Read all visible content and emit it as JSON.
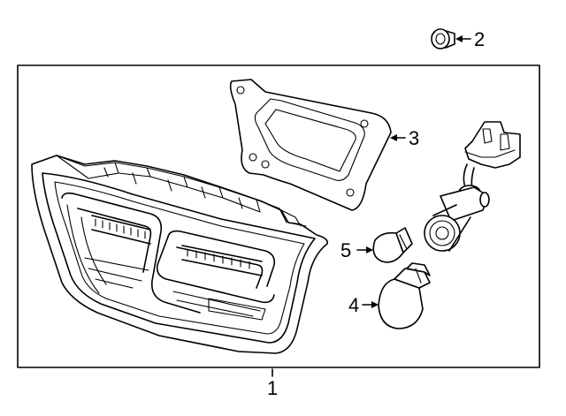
{
  "diagram": {
    "parts": [
      {
        "id": "housing",
        "callout": "1"
      },
      {
        "id": "clip-nut",
        "callout": "2"
      },
      {
        "id": "gasket",
        "callout": "3"
      },
      {
        "id": "bulb-large",
        "callout": "4"
      },
      {
        "id": "bulb-small",
        "callout": "5"
      }
    ]
  }
}
